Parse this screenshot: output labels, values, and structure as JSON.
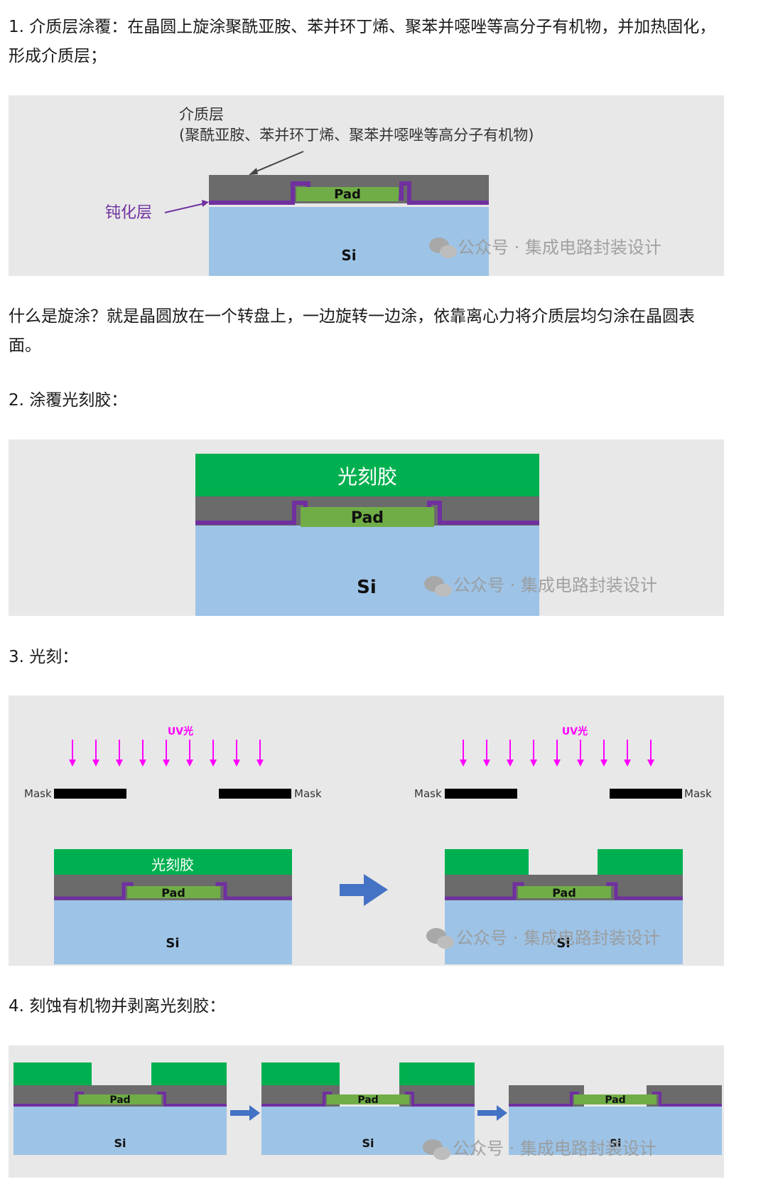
{
  "paragraphs": {
    "p1": "1. 介质层涂覆：在晶圆上旋涂聚酰亚胺、苯并环丁烯、聚苯并噁唑等高分子有机物，并加热固化，形成介质层；",
    "p2": "什么是旋涂？就是晶圆放在一个转盘上，一边旋转一边涂，依靠离心力将介质层均匀涂在晶圆表面。",
    "h2": "2. 涂覆光刻胶：",
    "h3": "3. 光刻：",
    "h4": "4. 刻蚀有机物并剥离光刻胶："
  },
  "figures": {
    "fig1": {
      "dielectric_label_line1": "介质层",
      "dielectric_label_line2": "(聚酰亚胺、苯并环丁烯、聚苯并噁唑等高分子有机物)",
      "passivation_label": "钝化层",
      "pad": "Pad",
      "si": "Si"
    },
    "fig2": {
      "photoresist": "光刻胶",
      "pad": "Pad",
      "si": "Si"
    },
    "fig3": {
      "uv": "UV光",
      "mask": "Mask",
      "photoresist": "光刻胶",
      "pad": "Pad",
      "si": "Si"
    },
    "fig4": {
      "pad": "Pad",
      "si": "Si"
    }
  },
  "watermark": "公众号 · 集成电路封装设计",
  "colors": {
    "figure_bg": "#e8e8e8",
    "silicon": "#9dc3e6",
    "dielectric": "#6b6b6b",
    "passivation": "#7030a0",
    "pad": "#70ad47",
    "photoresist": "#00b050",
    "uv_arrow": "#ff00ff",
    "mask": "#000000",
    "process_arrow": "#4472c4"
  }
}
